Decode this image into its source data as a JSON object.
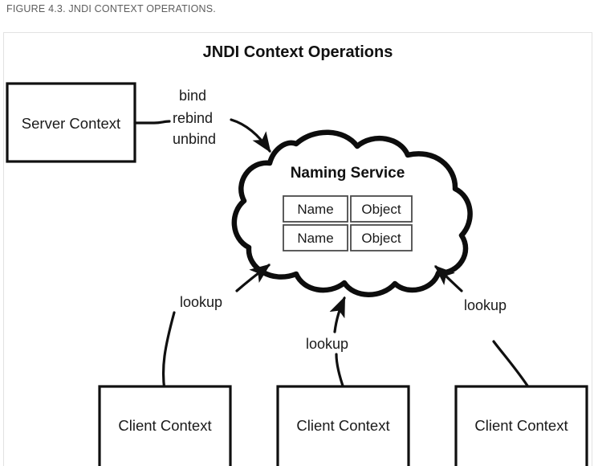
{
  "caption": "FIGURE 4.3. JNDI CONTEXT OPERATIONS.",
  "figure": {
    "title": "JNDI Context Operations",
    "nodes": {
      "server_context": "Server Context",
      "naming_service": "Naming Service",
      "client_context_1": "Client Context",
      "client_context_2": "Client Context",
      "client_context_3": "Client Context"
    },
    "bindings_table": {
      "rows": [
        {
          "name": "Name",
          "object": "Object"
        },
        {
          "name": "Name",
          "object": "Object"
        }
      ]
    },
    "edge_labels": {
      "bind": "bind",
      "rebind": "rebind",
      "unbind": "unbind",
      "lookup_left": "lookup",
      "lookup_center": "lookup",
      "lookup_right": "lookup"
    },
    "colors": {
      "stroke": "#101010",
      "cloud_stroke": "#0d0d0d",
      "cell_stroke": "#4a4a4a",
      "background": "#ffffff",
      "caption_text": "#5d5d5d",
      "frame_border": "#e2e2e2"
    }
  }
}
